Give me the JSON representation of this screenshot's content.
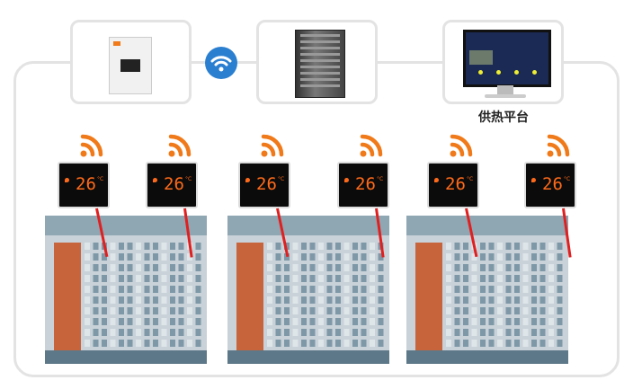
{
  "platform_label": "供热平台",
  "thermostats": [
    {
      "temp": "26",
      "unit": "°C"
    },
    {
      "temp": "26",
      "unit": "°C"
    },
    {
      "temp": "26",
      "unit": "°C"
    },
    {
      "temp": "26",
      "unit": "°C"
    },
    {
      "temp": "26",
      "unit": "°C"
    },
    {
      "temp": "26",
      "unit": "°C"
    }
  ],
  "colors": {
    "accent": "#ff6a1a",
    "wifi": "#2b7fd0",
    "link": "#e02020",
    "frame": "#e3e3e3"
  }
}
